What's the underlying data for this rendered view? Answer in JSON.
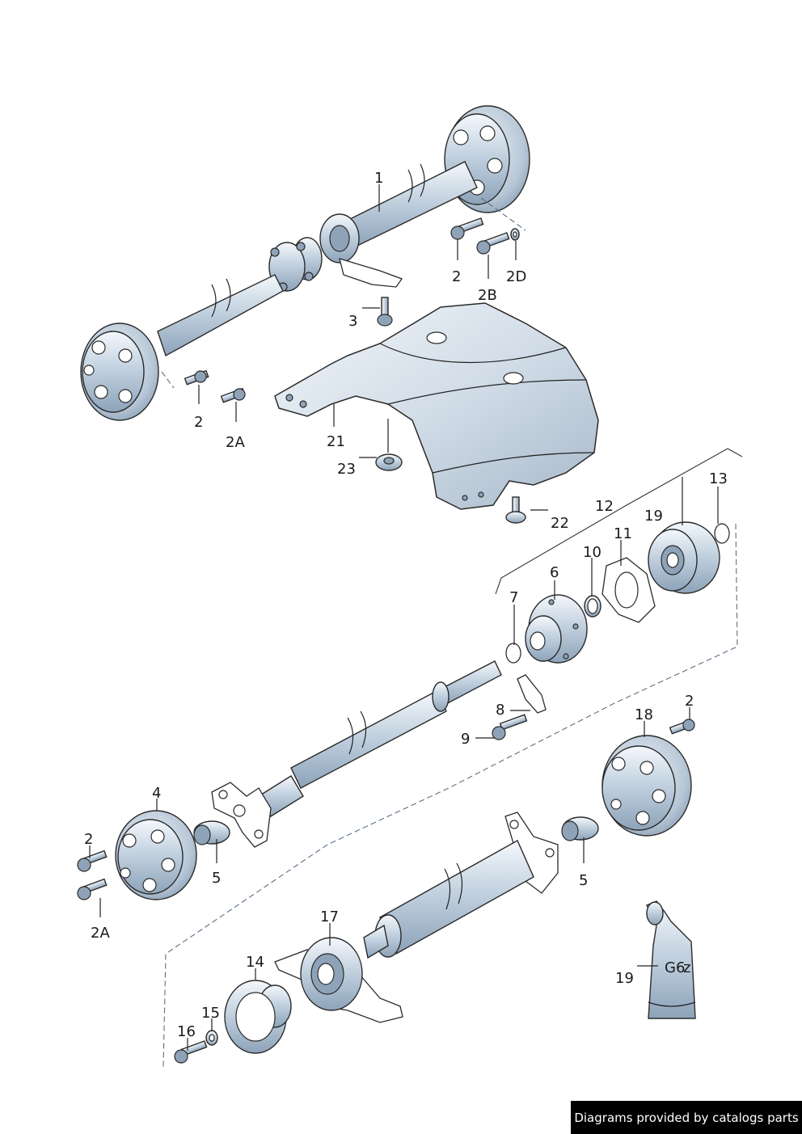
{
  "callouts": {
    "c1": "1",
    "c2a": "2",
    "c2b": "2B",
    "c2d": "2D",
    "c3": "3",
    "c2c": "2",
    "c2ac": "2A",
    "c21": "21",
    "c23": "23",
    "c22": "22",
    "c12": "12",
    "c13": "13",
    "c19a": "19",
    "c11": "11",
    "c10": "10",
    "c6": "6",
    "c7": "7",
    "c8": "8",
    "c9": "9",
    "c2d2": "2",
    "c18": "18",
    "c4": "4",
    "c2e": "2",
    "c5a": "5",
    "c2ae": "2A",
    "c5b": "5",
    "c17": "17",
    "c14": "14",
    "c15": "15",
    "c16": "16",
    "c19b": "19"
  },
  "tube_label": "G6",
  "tube_label_sub": "z",
  "footer": "Diagrams provided by catalogs parts"
}
